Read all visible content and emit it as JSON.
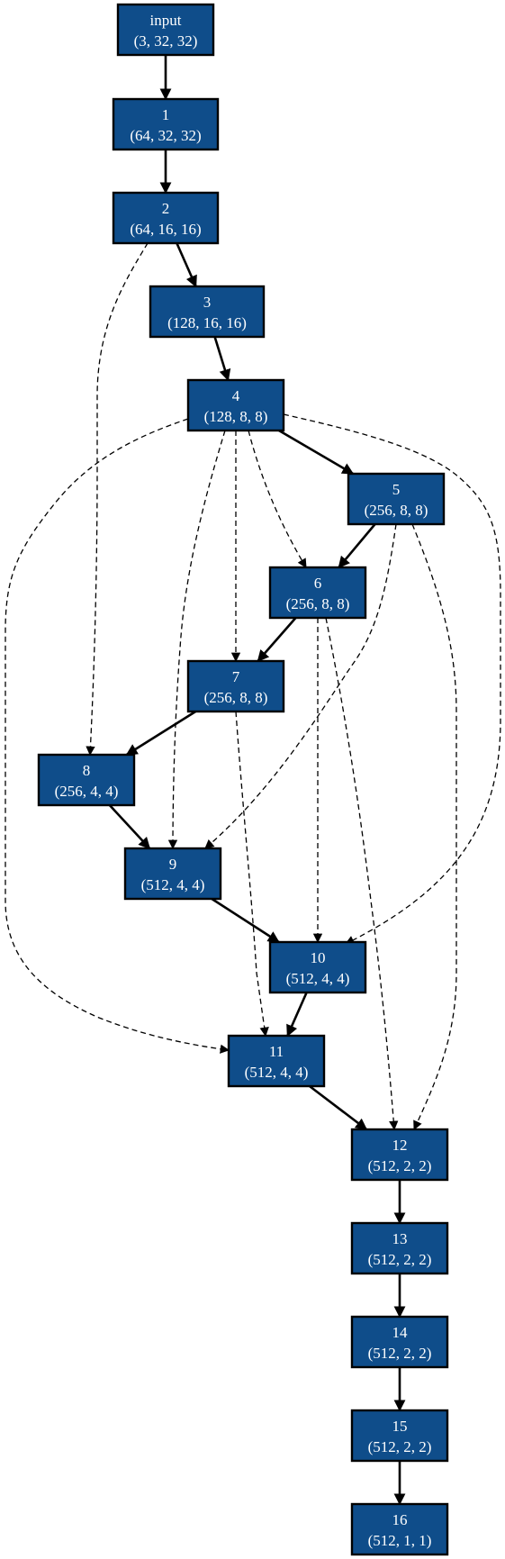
{
  "graph": {
    "nodes": [
      {
        "id": "input",
        "label": "input",
        "shape": "(3, 32, 32)"
      },
      {
        "id": "1",
        "label": "1",
        "shape": "(64, 32, 32)"
      },
      {
        "id": "2",
        "label": "2",
        "shape": "(64, 16, 16)"
      },
      {
        "id": "3",
        "label": "3",
        "shape": "(128, 16, 16)"
      },
      {
        "id": "4",
        "label": "4",
        "shape": "(128, 8, 8)"
      },
      {
        "id": "5",
        "label": "5",
        "shape": "(256, 8, 8)"
      },
      {
        "id": "6",
        "label": "6",
        "shape": "(256, 8, 8)"
      },
      {
        "id": "7",
        "label": "7",
        "shape": "(256, 8, 8)"
      },
      {
        "id": "8",
        "label": "8",
        "shape": "(256, 4, 4)"
      },
      {
        "id": "9",
        "label": "9",
        "shape": "(512, 4, 4)"
      },
      {
        "id": "10",
        "label": "10",
        "shape": "(512, 4, 4)"
      },
      {
        "id": "11",
        "label": "11",
        "shape": "(512, 4, 4)"
      },
      {
        "id": "12",
        "label": "12",
        "shape": "(512, 2, 2)"
      },
      {
        "id": "13",
        "label": "13",
        "shape": "(512, 2, 2)"
      },
      {
        "id": "14",
        "label": "14",
        "shape": "(512, 2, 2)"
      },
      {
        "id": "15",
        "label": "15",
        "shape": "(512, 2, 2)"
      },
      {
        "id": "16",
        "label": "16",
        "shape": "(512, 1, 1)"
      }
    ],
    "edges": [
      {
        "from": "input",
        "to": "1",
        "style": "solid"
      },
      {
        "from": "1",
        "to": "2",
        "style": "solid"
      },
      {
        "from": "2",
        "to": "3",
        "style": "solid"
      },
      {
        "from": "3",
        "to": "4",
        "style": "solid"
      },
      {
        "from": "4",
        "to": "5",
        "style": "solid"
      },
      {
        "from": "5",
        "to": "6",
        "style": "solid"
      },
      {
        "from": "6",
        "to": "7",
        "style": "solid"
      },
      {
        "from": "7",
        "to": "8",
        "style": "solid"
      },
      {
        "from": "8",
        "to": "9",
        "style": "solid"
      },
      {
        "from": "9",
        "to": "10",
        "style": "solid"
      },
      {
        "from": "10",
        "to": "11",
        "style": "solid"
      },
      {
        "from": "11",
        "to": "12",
        "style": "solid"
      },
      {
        "from": "12",
        "to": "13",
        "style": "solid"
      },
      {
        "from": "13",
        "to": "14",
        "style": "solid"
      },
      {
        "from": "14",
        "to": "15",
        "style": "solid"
      },
      {
        "from": "15",
        "to": "16",
        "style": "solid"
      },
      {
        "from": "2",
        "to": "8",
        "style": "dashed"
      },
      {
        "from": "4",
        "to": "6",
        "style": "dashed"
      },
      {
        "from": "4",
        "to": "7",
        "style": "dashed"
      },
      {
        "from": "4",
        "to": "9",
        "style": "dashed"
      },
      {
        "from": "4",
        "to": "10",
        "style": "dashed"
      },
      {
        "from": "4",
        "to": "11",
        "style": "dashed"
      },
      {
        "from": "5",
        "to": "9",
        "style": "dashed"
      },
      {
        "from": "5",
        "to": "12",
        "style": "dashed"
      },
      {
        "from": "6",
        "to": "10",
        "style": "dashed"
      },
      {
        "from": "6",
        "to": "12",
        "style": "dashed"
      },
      {
        "from": "7",
        "to": "11",
        "style": "dashed"
      }
    ]
  },
  "colors": {
    "node_fill": "#0f4d8a",
    "node_text": "#ffffff",
    "edge": "#000000",
    "background": "#ffffff"
  }
}
